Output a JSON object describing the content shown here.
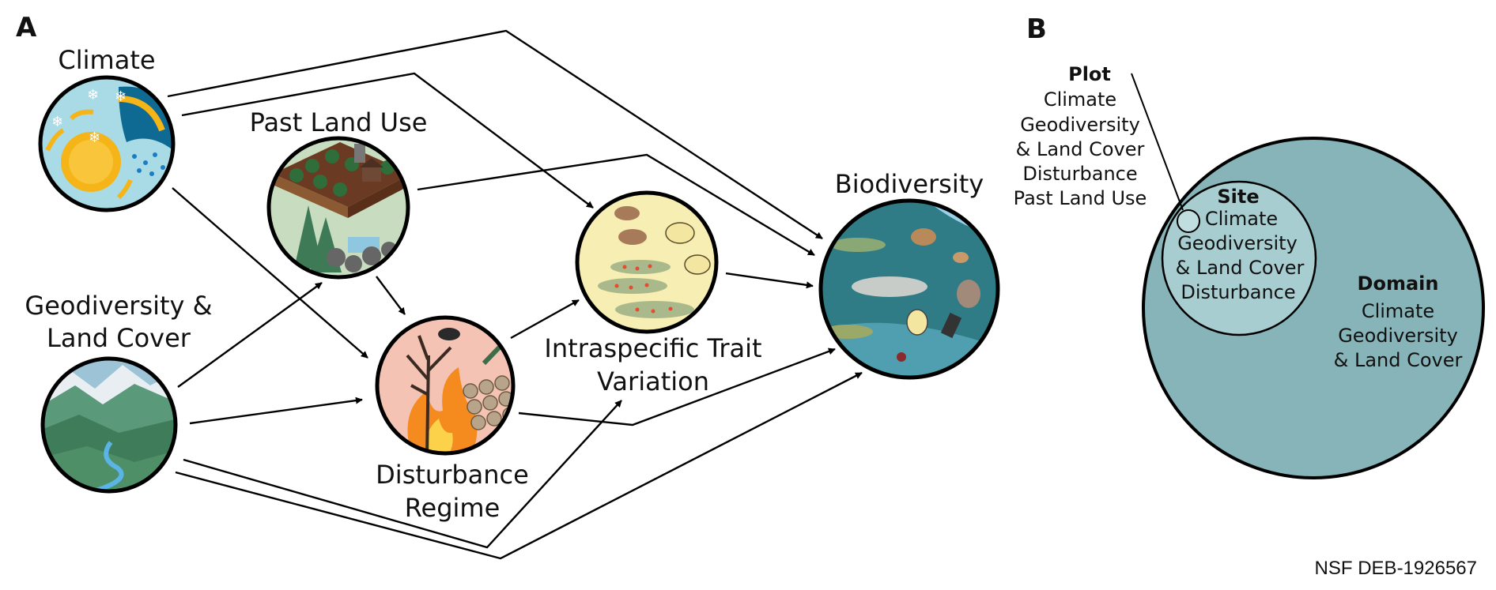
{
  "panel_a": {
    "letter": "A",
    "nodes": {
      "climate": "Climate",
      "past_land_use": "Past Land Use",
      "geodiversity": [
        "Geodiversity &",
        "Land Cover"
      ],
      "disturbance": [
        "Disturbance",
        "Regime"
      ],
      "trait": [
        "Intraspecific Trait",
        "Variation"
      ],
      "biodiversity": "Biodiversity"
    }
  },
  "panel_b": {
    "letter": "B",
    "plot": {
      "title": "Plot",
      "items": [
        "Climate",
        "Geodiversity",
        "& Land Cover",
        "Disturbance",
        "Past Land Use"
      ]
    },
    "site": {
      "title": "Site",
      "items": [
        "Climate",
        "Geodiversity",
        "& Land Cover",
        "Disturbance"
      ]
    },
    "domain": {
      "title": "Domain",
      "items": [
        "Climate",
        "Geodiversity",
        "& Land Cover"
      ]
    }
  },
  "credit": "NSF DEB-1926567",
  "colors": {
    "domain_fill": "#86b4b8",
    "site_fill": "#a8cdd0",
    "climate_bg": "#a8dbe6",
    "sun": "#f5b519",
    "past_bg": "#c8dcc0",
    "geo_bg": "#4f8f68",
    "dist_bg": "#f4c3b4",
    "trait_bg": "#f6eeb2",
    "bio_bg": "#2f7c86"
  }
}
